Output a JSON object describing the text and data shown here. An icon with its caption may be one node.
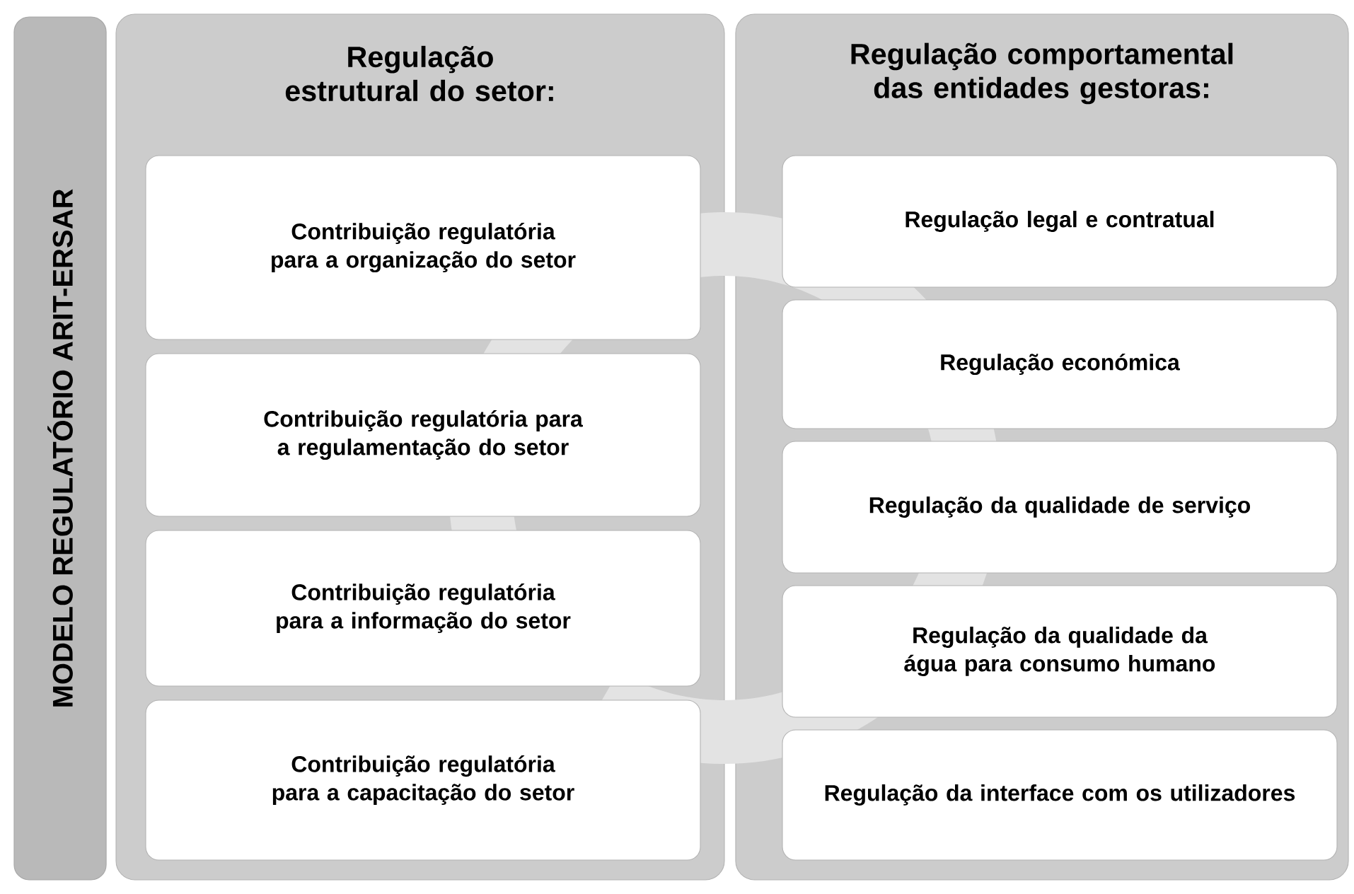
{
  "diagram": {
    "nodes": [
      {
        "text": [
          "MODELO REGULATÓRIO ARIT-ERSAR"
        ]
      },
      {
        "text": [
          "Regulação estrutural do setor:"
        ]
      },
      {
        "text": [
          "Contribuição regulatória para a organização do setor"
        ],
        "in": 1
      },
      {
        "text": [
          "Contribuição regulatória para a regulamentação do setor"
        ],
        "in": 1
      },
      {
        "text": [
          "Contribuição regulatória para a informação do setor"
        ],
        "in": 1
      },
      {
        "text": [
          "Contribuição regulatória para a capacitação do setor"
        ],
        "in": 1
      },
      {
        "text": [
          "Regulação comportamental das entidades gestoras:"
        ]
      },
      {
        "text": [
          "Regulação legal e contratual"
        ],
        "in": 6
      },
      {
        "text": [
          "Regulação económica"
        ],
        "in": 6
      },
      {
        "text": [
          "Regulação da qualidade de serviço"
        ],
        "in": 6
      },
      {
        "text": [
          "Regulação da qualidade da água para consumo humano"
        ],
        "in": 6
      },
      {
        "text": [
          "Regulação da interface com os utilizadores"
        ],
        "in": 6
      }
    ]
  }
}
